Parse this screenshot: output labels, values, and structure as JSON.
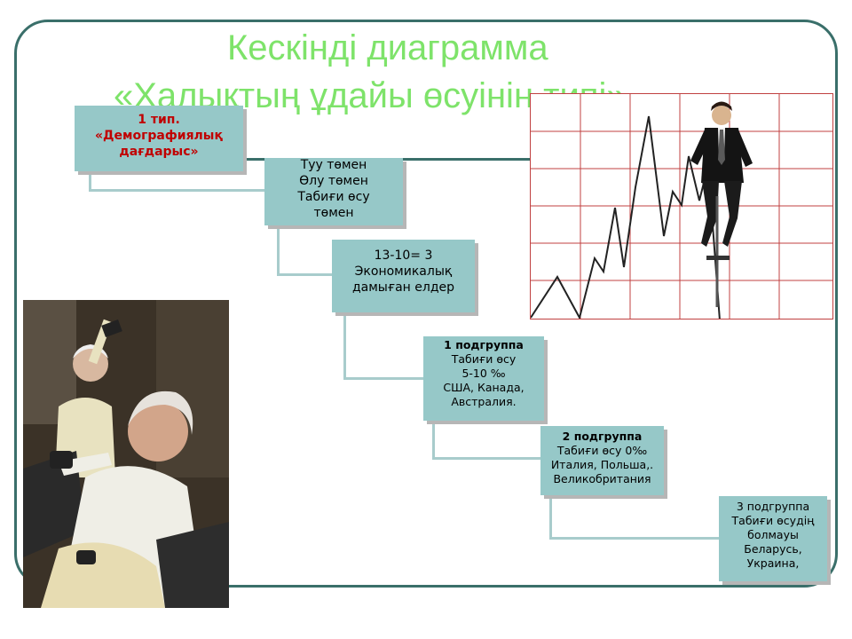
{
  "title": {
    "line1": "Кескінді диаграмма",
    "line2": "«Халықтың ұдайы өсуінің типі»"
  },
  "boxes": {
    "type1": {
      "line1": "1 тип.",
      "line2": "«Демографиялық",
      "line3": "дағдарыс»"
    },
    "rates": {
      "line1": "Туу төмен",
      "line2": "Өлу төмен",
      "line3": "Табиғи өсу",
      "line4": "төмен"
    },
    "developed": {
      "line1": "13-10= 3",
      "line2": "Экономикалық",
      "line3": "дамыған елдер"
    },
    "subgroup1": {
      "line1": "1 подгруппа",
      "line2": "Табиғи өсу",
      "line3": "5-10 ‰",
      "line4": "США, Канада,",
      "line5": "Австралия."
    },
    "subgroup2": {
      "line1": "2 подгруппа",
      "line2": "Табиғи өсу 0‰",
      "line3": "Италия, Польша,.",
      "line4": "Великобритания"
    },
    "subgroup3": {
      "line1": "3 подгруппа",
      "line2": "Табиғи өсудің",
      "line3": "болмауы",
      "line4": "Беларусь,",
      "line5": "Украина,"
    }
  },
  "colors": {
    "title": "#7ee36a",
    "box_fill": "#96c8c8",
    "frame": "#3a6f6a",
    "connector": "#a8cccc",
    "heading_red": "#c00000"
  },
  "images": {
    "chart_picture": "line-chart-with-man-on-pogo-stick",
    "photo": "elderly-women-exercising-with-dumbbells"
  }
}
